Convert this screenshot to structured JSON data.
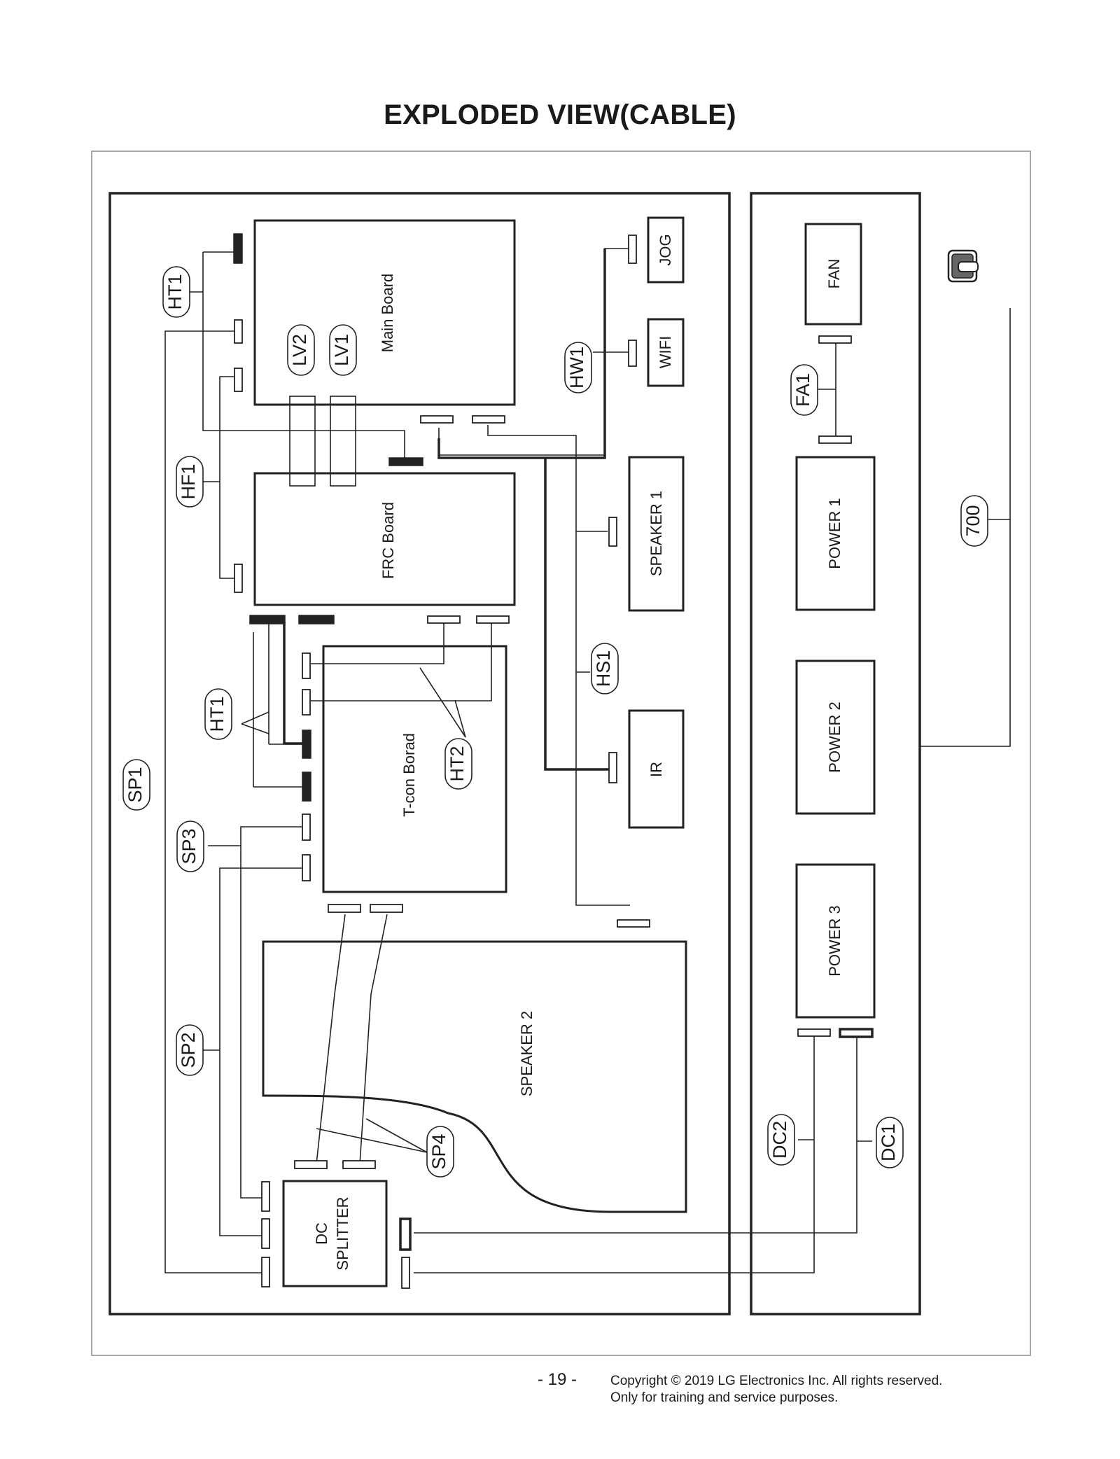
{
  "title": "EXPLODED VIEW(CABLE)",
  "footer": {
    "page_number": "- 19 -",
    "copyright_line1": "Copyright © 2019 LG Electronics Inc. All rights reserved.",
    "copyright_line2": "Only for training and service purposes."
  },
  "boards": {
    "main_board": "Main Board",
    "frc_board": "FRC Board",
    "tcon_board": "T-con Borad",
    "speaker_1": "SPEAKER 1",
    "speaker_2": "SPEAKER 2",
    "ir": "IR",
    "jog": "JOG",
    "wifi": "WIFI",
    "fan": "FAN",
    "power_1": "POWER 1",
    "power_2": "POWER 2",
    "power_3": "POWER 3",
    "dc_splitter_line1": "DC",
    "dc_splitter_line2": "SPLITTER"
  },
  "cables": {
    "ht1_top": "HT1",
    "hf1": "HF1",
    "lv2": "LV2",
    "lv1": "LV1",
    "hw1": "HW1",
    "hs1": "HS1",
    "ht1_mid": "HT1",
    "ht2": "HT2",
    "sp1": "SP1",
    "sp3": "SP3",
    "sp2": "SP2",
    "sp4": "SP4",
    "fa1": "FA1",
    "c700": "700",
    "dc2": "DC2",
    "dc1": "DC1"
  }
}
